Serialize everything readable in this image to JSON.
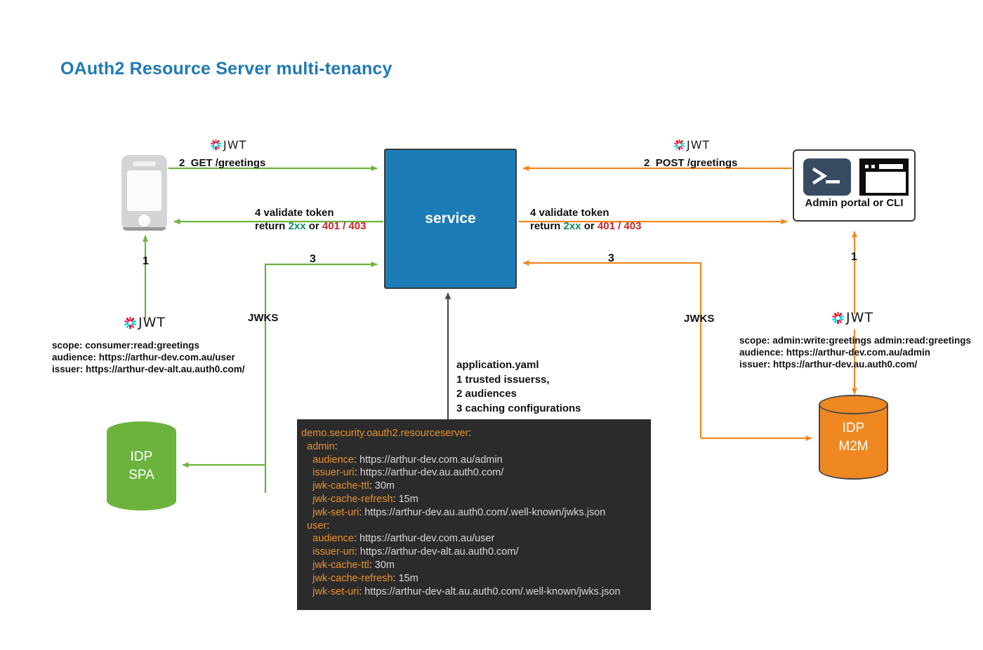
{
  "title": "OAuth2 Resource Server multi-tenancy",
  "colors": {
    "title": "#1f7ab4",
    "service": "#1c7cb8",
    "green": "#6cb33e",
    "orange": "#ef8821",
    "code_bg": "#2b2b2b",
    "code_key": "#e8922c",
    "code_value": "#d8d8d8",
    "success": "#0f8a6a",
    "error": "#c62828",
    "terminal": "#374b63"
  },
  "nodes": {
    "service": {
      "label": "service"
    },
    "phone": {
      "name": "mobile-client"
    },
    "admin_portal": {
      "label": "Admin portal or CLI",
      "prompt": ">_"
    },
    "idp_spa": {
      "line1": "IDP",
      "line2": "SPA"
    },
    "idp_m2m": {
      "line1": "IDP",
      "line2": "M2M"
    }
  },
  "flows": {
    "left_request": {
      "step": "2",
      "label": "GET /greetings"
    },
    "left_validate": {
      "step": "4 validate token",
      "return_prefix": "return ",
      "ok": "2xx",
      "mid": " or ",
      "err": "401 / 403"
    },
    "left_jwks": {
      "step": "3",
      "label": "JWKS"
    },
    "left_token": {
      "step": "1"
    },
    "right_request": {
      "step": "2",
      "label": "POST /greetings"
    },
    "right_validate": {
      "step": "4  validate token",
      "return_prefix": "return ",
      "ok": "2xx",
      "mid": " or ",
      "err": "401 / 403"
    },
    "right_jwks": {
      "step": "3",
      "label": "JWKS"
    },
    "right_token": {
      "step": "1"
    }
  },
  "annotations": {
    "spa_token": {
      "scope": "scope:  consumer:read:greetings",
      "audience": "audience: https://arthur-dev.com.au/user",
      "issuer": "issuer: https://arthur-dev-alt.au.auth0.com/"
    },
    "m2m_token": {
      "scope": "scope:  admin:write:greetings admin:read:greetings",
      "audience": "audience: https://arthur-dev.com.au/admin",
      "issuer": "issuer: https://arthur-dev.au.auth0.com/"
    },
    "config_callout": {
      "line1": "application.yaml",
      "line2": "1 trusted issuerss,",
      "line3": "2 audiences",
      "line4": "3 caching configurations"
    }
  },
  "code": {
    "lines": [
      {
        "indent": 0,
        "key": "demo.security.oauth2.resourceserver",
        "sep": ":",
        "value": ""
      },
      {
        "indent": 1,
        "key": "admin",
        "sep": ":",
        "value": ""
      },
      {
        "indent": 2,
        "key": "audience",
        "sep": ":",
        "value": " https://arthur-dev.com.au/admin"
      },
      {
        "indent": 2,
        "key": "issuer-uri",
        "sep": ":",
        "value": " https://arthur-dev.au.auth0.com/"
      },
      {
        "indent": 2,
        "key": "jwk-cache-ttl",
        "sep": ":",
        "value": " 30m"
      },
      {
        "indent": 2,
        "key": "jwk-cache-refresh",
        "sep": ":",
        "value": " 15m"
      },
      {
        "indent": 2,
        "key": "jwk-set-uri",
        "sep": ":",
        "value": " https://arthur-dev.au.auth0.com/.well-known/jwks.json"
      },
      {
        "indent": 1,
        "key": "user",
        "sep": ":",
        "value": ""
      },
      {
        "indent": 2,
        "key": "audience",
        "sep": ":",
        "value": " https://arthur-dev.com.au/user"
      },
      {
        "indent": 2,
        "key": "issuer-uri",
        "sep": ":",
        "value": " https://arthur-dev-alt.au.auth0.com/"
      },
      {
        "indent": 2,
        "key": "jwk-cache-ttl",
        "sep": ":",
        "value": " 30m"
      },
      {
        "indent": 2,
        "key": "jwk-cache-refresh",
        "sep": ":",
        "value": " 15m"
      },
      {
        "indent": 2,
        "key": "jwk-set-uri",
        "sep": ":",
        "value": " https://arthur-dev-alt.au.auth0.com/.well-known/jwks.json"
      }
    ]
  },
  "icons": {
    "jwt": "jwt-logo-icon",
    "terminal": "terminal-icon",
    "browser": "browser-window-icon",
    "phone": "smartphone-icon",
    "database": "database-cylinder-icon"
  }
}
